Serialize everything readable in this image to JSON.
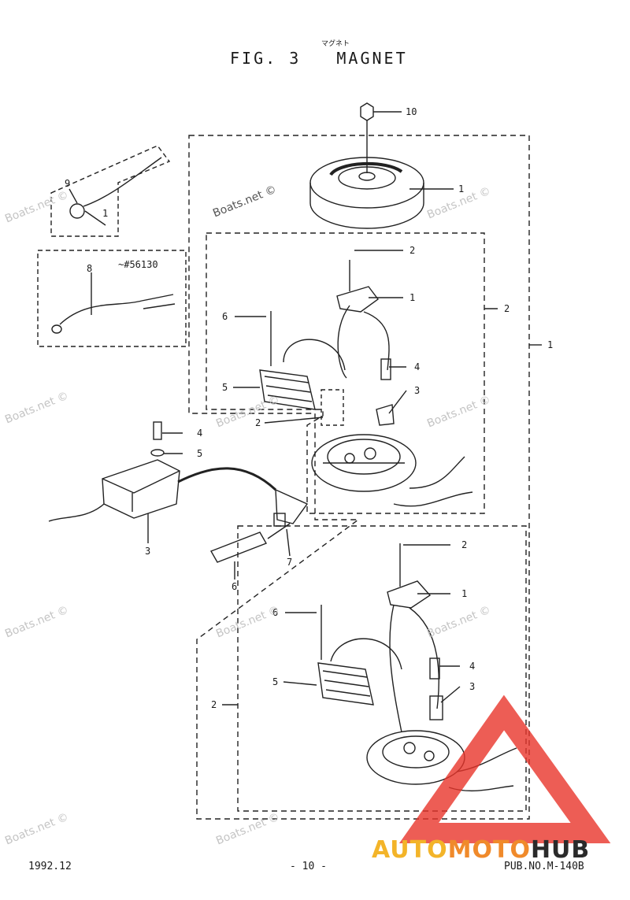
{
  "header": {
    "fig": "FIG. 3",
    "title": "MAGNET",
    "kana": "マグネト"
  },
  "footer": {
    "date": "1992.12",
    "page": "- 10 -",
    "pub": "PUB.NO.M-140B"
  },
  "note": "~#56130",
  "watermark": "Boats.net ©",
  "brand": {
    "part1": "AUTO",
    "part2": "MOTO",
    "part3": "HUB",
    "accent": "#e8342b"
  },
  "callouts": {
    "c10": "10",
    "c1_flywheel": "1",
    "c2_upper_bolt": "2",
    "c1_upper_base": "1",
    "c2_upper_group": "2",
    "c1_outer": "1",
    "c6_upper": "6",
    "c4_upper": "4",
    "c3_upper": "3",
    "c5_upper": "5",
    "c2_small": "2",
    "c9": "9",
    "c1_switch": "1",
    "c8": "8",
    "c4_coil": "4",
    "c5_coil": "5",
    "c3_coil": "3",
    "c7": "7",
    "c6_plug": "6",
    "c2_lower_bolt": "2",
    "c1_lower_base": "1",
    "c6_lower": "6",
    "c4_lower": "4",
    "c5_lower": "5",
    "c3_lower": "3",
    "c2_lower_group": "2"
  }
}
